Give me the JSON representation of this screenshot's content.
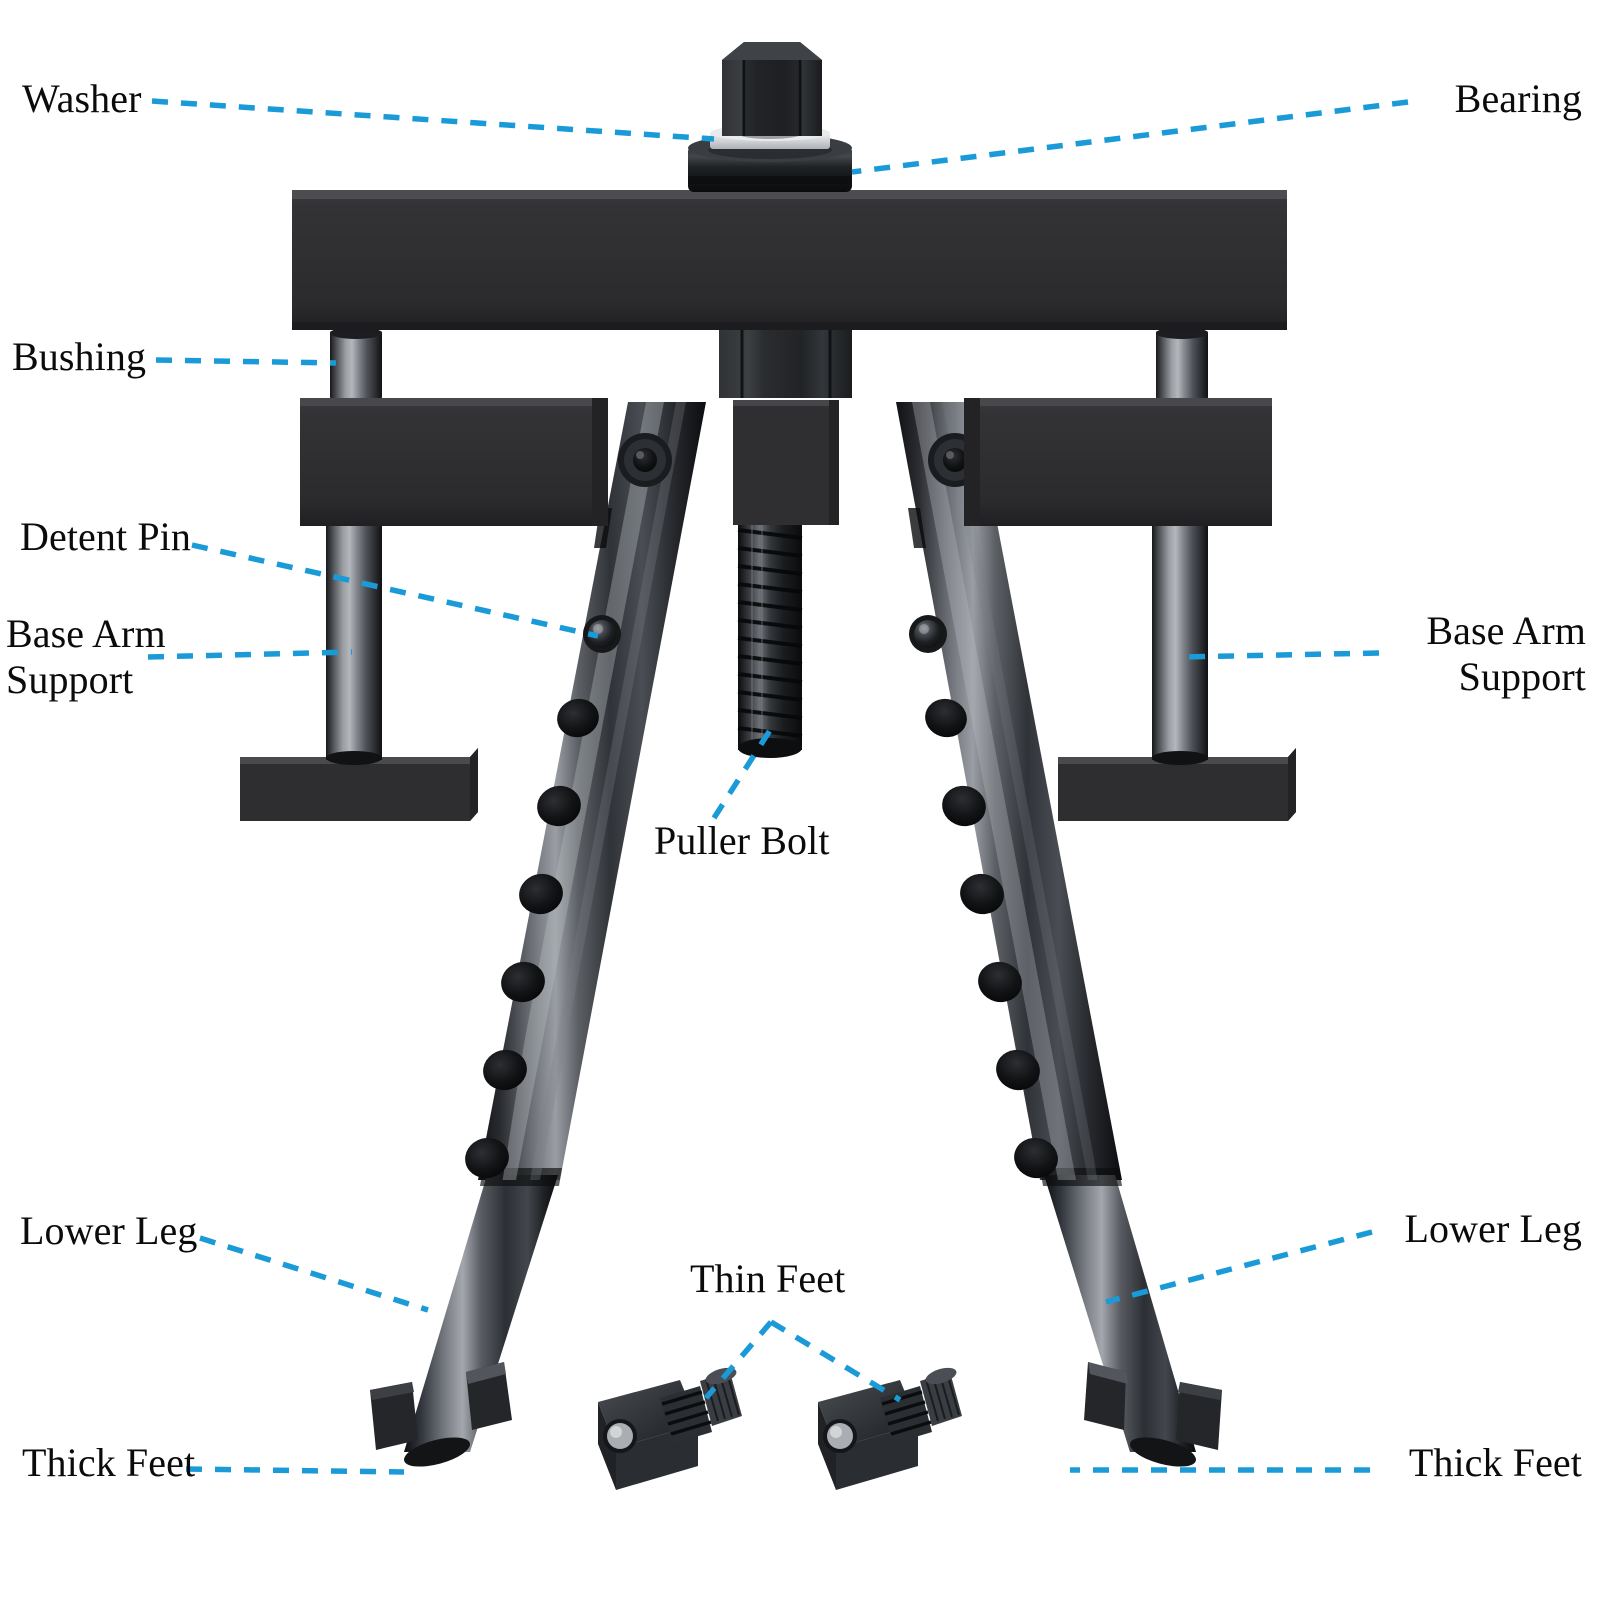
{
  "diagram": {
    "title": "Bearing Puller Exploded Parts Callout Diagram",
    "background_color": "#ffffff",
    "leader_line_color": "#1a9bd7",
    "metal_color_dark": "#101010",
    "metal_color_mid": "#3a3a3a",
    "metal_color_light": "#8d9095",
    "washer_color": "#d8dadd"
  },
  "labels": {
    "washer": "Washer",
    "bearing": "Bearing",
    "bushing": "Bushing",
    "detent_pin": "Detent Pin",
    "base_arm_support_left": "Base Arm\nSupport",
    "base_arm_support_right": "Base Arm\nSupport",
    "puller_bolt": "Puller Bolt",
    "lower_leg_left": "Lower Leg",
    "lower_leg_right": "Lower Leg",
    "thin_feet": "Thin Feet",
    "thick_feet_left": "Thick Feet",
    "thick_feet_right": "Thick Feet"
  },
  "parts": [
    {
      "name": "Washer",
      "side": "left",
      "count": 1
    },
    {
      "name": "Bearing",
      "side": "right",
      "count": 1
    },
    {
      "name": "Bushing",
      "side": "left",
      "count": 2
    },
    {
      "name": "Detent Pin",
      "side": "left",
      "count": 2
    },
    {
      "name": "Base Arm Support",
      "side": "left",
      "count": 1
    },
    {
      "name": "Base Arm Support",
      "side": "right",
      "count": 1
    },
    {
      "name": "Puller Bolt",
      "side": "center",
      "count": 1
    },
    {
      "name": "Lower Leg",
      "side": "left",
      "count": 1
    },
    {
      "name": "Lower Leg",
      "side": "right",
      "count": 1
    },
    {
      "name": "Thin Feet",
      "side": "center",
      "count": 2
    },
    {
      "name": "Thick Feet",
      "side": "left",
      "count": 1
    },
    {
      "name": "Thick Feet",
      "side": "right",
      "count": 1
    }
  ]
}
